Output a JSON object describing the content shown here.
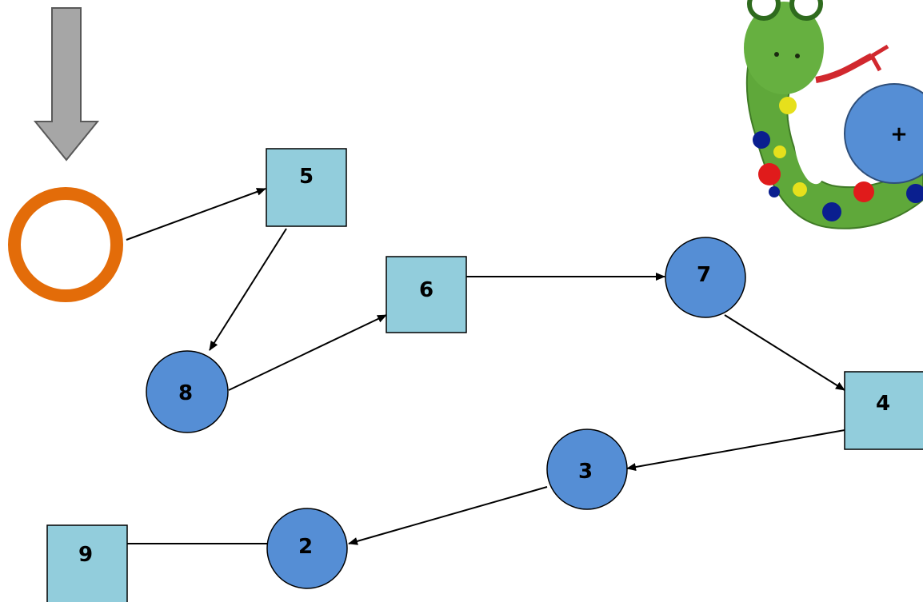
{
  "diagram": {
    "start_marker": {
      "label": ""
    },
    "snake_badge": {
      "label": "+"
    },
    "nodes": [
      {
        "id": "n5",
        "shape": "square",
        "label": "5"
      },
      {
        "id": "n8",
        "shape": "circle",
        "label": "8"
      },
      {
        "id": "n6",
        "shape": "square",
        "label": "6"
      },
      {
        "id": "n7",
        "shape": "circle",
        "label": "7"
      },
      {
        "id": "n4",
        "shape": "square",
        "label": "4"
      },
      {
        "id": "n3",
        "shape": "circle",
        "label": "3"
      },
      {
        "id": "n2",
        "shape": "circle",
        "label": "2"
      },
      {
        "id": "n9",
        "shape": "square",
        "label": "9"
      }
    ],
    "edges": [
      {
        "from": "start",
        "to": "n5"
      },
      {
        "from": "n5",
        "to": "n8"
      },
      {
        "from": "n8",
        "to": "n6"
      },
      {
        "from": "n6",
        "to": "n7"
      },
      {
        "from": "n7",
        "to": "n4"
      },
      {
        "from": "n4",
        "to": "n3"
      },
      {
        "from": "n3",
        "to": "n2"
      },
      {
        "from": "n9",
        "to": "n2",
        "arrow": false
      }
    ],
    "colors": {
      "square_fill": "#92cddc",
      "circle_fill": "#558ed5",
      "ring_stroke": "#e36c09",
      "arrow_fill": "#a6a6a6",
      "snake_green": "#5fa83a"
    }
  }
}
